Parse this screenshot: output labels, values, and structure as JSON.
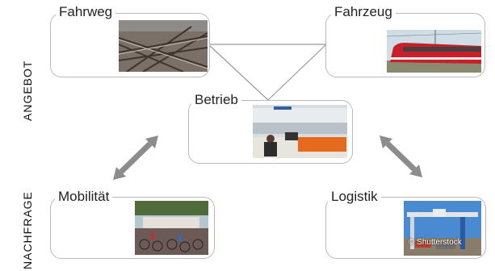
{
  "side_labels": {
    "top": "ANGEBOT",
    "bottom": "NACHFRAGE"
  },
  "nodes": {
    "fahrweg": {
      "label": "Fahrweg",
      "image": "railway-track-junction-photo"
    },
    "fahrzeug": {
      "label": "Fahrzeug",
      "image": "red-train-photo"
    },
    "betrieb": {
      "label": "Betrieb",
      "image": "control-room-photo"
    },
    "mobilitaet": {
      "label": "Mobilität",
      "image": "bicycles-parking-photo"
    },
    "logistik": {
      "label": "Logistik",
      "image": "container-crane-photo",
      "watermark": "© Shutterstock"
    }
  },
  "colors": {
    "box_border": "#b9b9b9",
    "connector": "#9a9a9a",
    "arrow": "#8c8c8c"
  }
}
